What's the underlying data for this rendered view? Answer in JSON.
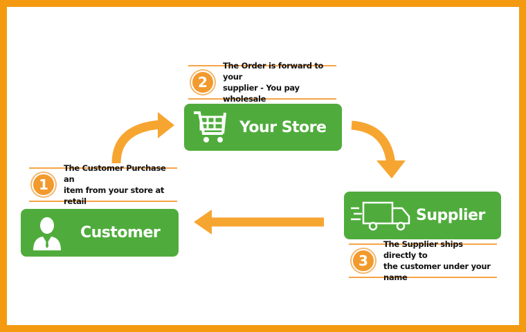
{
  "nodes": {
    "store": {
      "label": "Your Store",
      "icon": "shopping-cart-icon"
    },
    "customer": {
      "label": "Customer",
      "icon": "user-icon"
    },
    "supplier": {
      "label": "Supplier",
      "icon": "delivery-truck-icon"
    }
  },
  "steps": [
    {
      "number": "1",
      "text_line1": "The Customer Purchase an",
      "text_line2": "item from your store at retail"
    },
    {
      "number": "2",
      "text_line1": "The Order is forward to your",
      "text_line2": "supplier - You pay wholesale"
    },
    {
      "number": "3",
      "text_line1": "The Supplier ships directly to",
      "text_line2": "the customer under your name"
    }
  ],
  "colors": {
    "frame": "#f39a10",
    "green": "#4fac3c",
    "orange": "#f5a33a"
  }
}
